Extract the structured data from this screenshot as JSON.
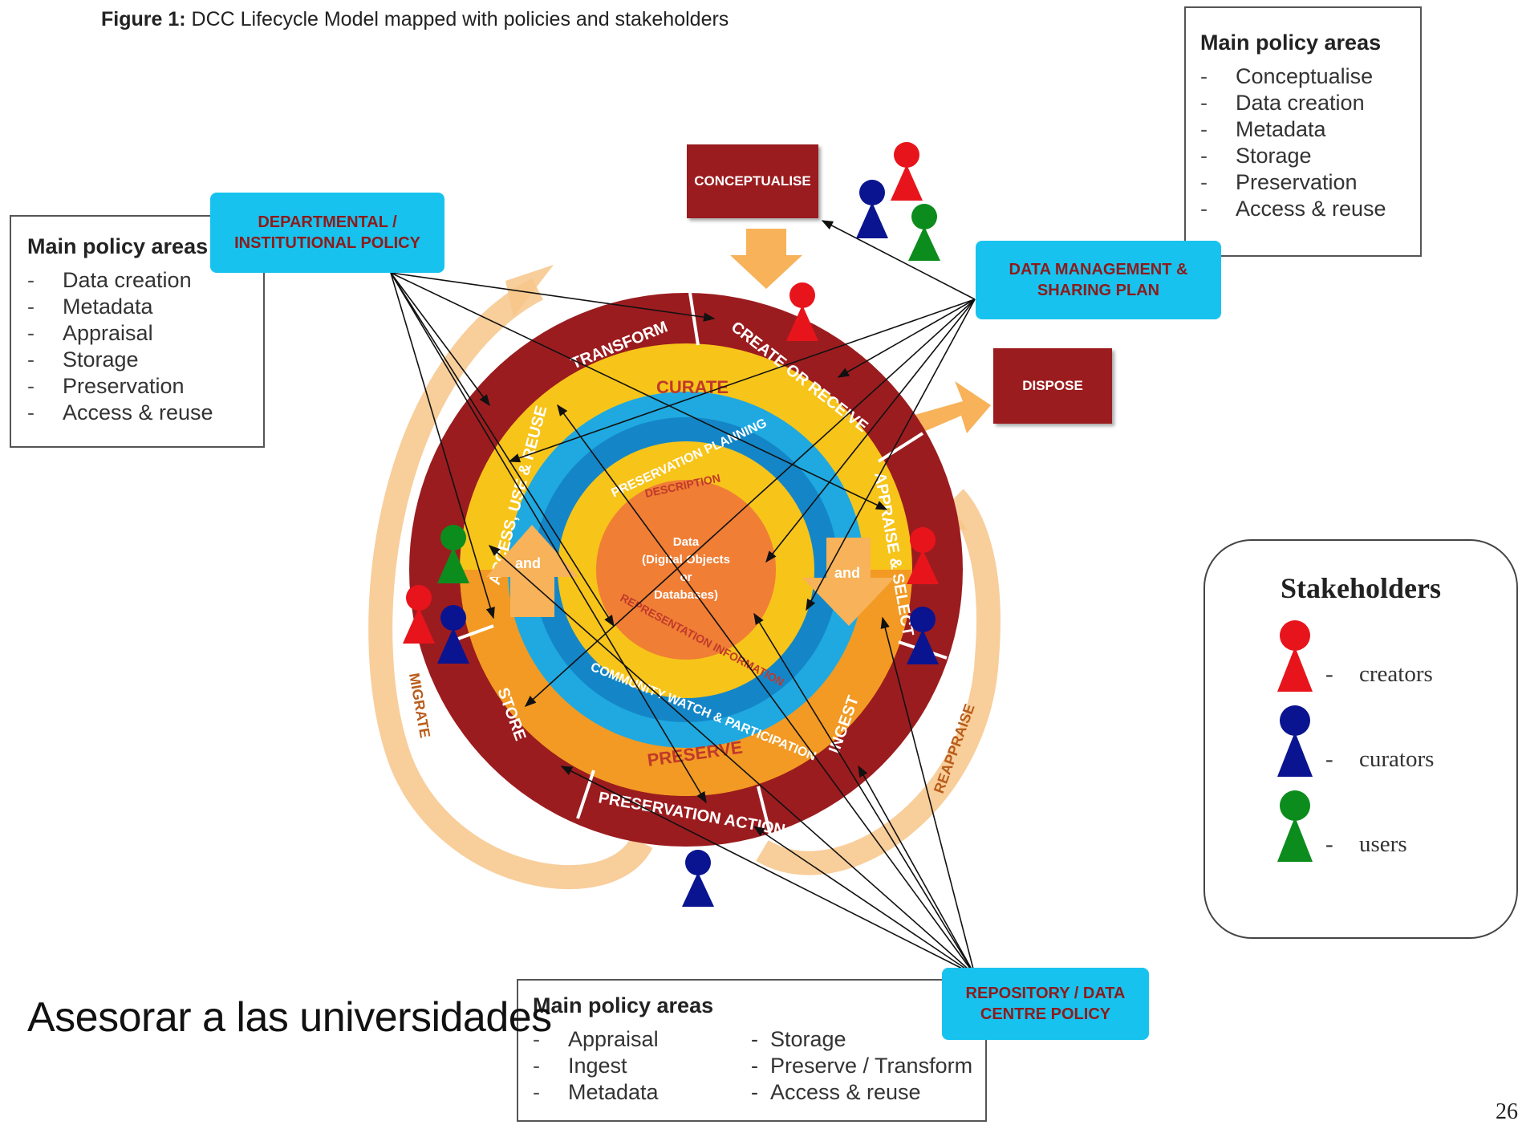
{
  "caption": {
    "prefix": "Figure 1:",
    "text": "DCC Lifecycle Model mapped with policies and stakeholders"
  },
  "policy_left": {
    "heading": "Main policy areas",
    "items": [
      "Data creation",
      "Metadata",
      "Appraisal",
      "Storage",
      "Preservation",
      "Access & reuse"
    ]
  },
  "policy_top_right": {
    "heading": "Main policy areas",
    "items": [
      "Conceptualise",
      "Data creation",
      "Metadata",
      "Storage",
      "Preservation",
      "Access & reuse"
    ]
  },
  "policy_bottom": {
    "heading": "Main policy areas",
    "col1": [
      "Appraisal",
      "Ingest",
      "Metadata"
    ],
    "col2": [
      "Storage",
      "Preserve / Transform",
      "Access & reuse"
    ]
  },
  "policies": {
    "departmental": [
      "DEPARTMENTAL /",
      "INSTITUTIONAL POLICY"
    ],
    "dmp": [
      "DATA MANAGEMENT &",
      "SHARING PLAN"
    ],
    "repository": [
      "REPOSITORY / DATA",
      "CENTRE POLICY"
    ]
  },
  "actions": {
    "conceptualise": "CONCEPTUALISE",
    "dispose": "DISPOSE"
  },
  "ring_labels": {
    "transform": "TRANSFORM",
    "create": "CREATE OR RECEIVE",
    "appraise": "APPRAISE & SELECT",
    "ingest": "INGEST",
    "preservation_action": "PRESERVATION ACTION",
    "store": "STORE",
    "access": "ACCESS, USE & REUSE",
    "curate": "CURATE",
    "preserve": "PRESERVE",
    "preservation_planning": "PRESERVATION PLANNING",
    "community": "COMMUNITY WATCH & PARTICIPATION",
    "description": "DESCRIPTION",
    "representation": "REPRESENTATION INFORMATION",
    "core": [
      "Data",
      "(Digital Objects",
      "or",
      "Databases)"
    ],
    "and_left": "and",
    "and_right": "and",
    "migrate": "MIGRATE",
    "reappraise": "REAPPRAISE"
  },
  "stakeholders": {
    "title": "Stakeholders",
    "rows": [
      {
        "dash": "-",
        "label": "creators",
        "color": "#e8141b"
      },
      {
        "dash": "-",
        "label": "curators",
        "color": "#0a1490"
      },
      {
        "dash": "-",
        "label": "users",
        "color": "#0b8c1c"
      }
    ]
  },
  "big_text": "Asesorar a las universidades",
  "page_number": "26",
  "colors": {
    "dark_red": "#9b1c1f",
    "cyan": "#17c3ee",
    "yellow": "#f7c41a",
    "orange": "#f29a23",
    "blue": "#1fa9e0",
    "creator": "#e8141b",
    "curator": "#0a1490",
    "user": "#0b8c1c"
  }
}
